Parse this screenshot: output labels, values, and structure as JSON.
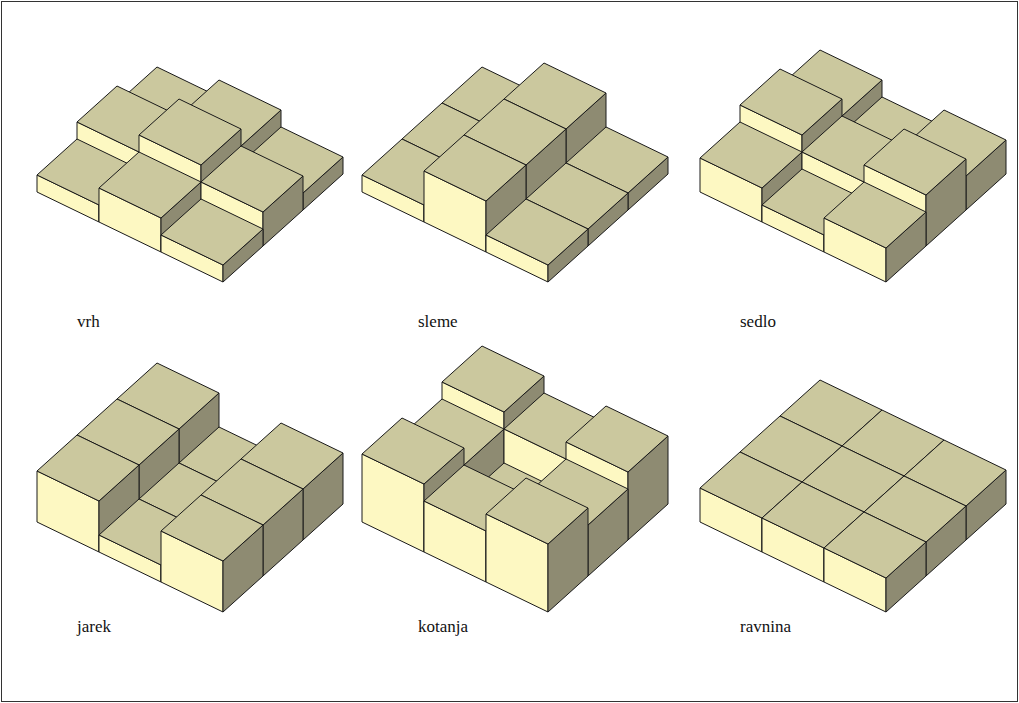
{
  "diagram": {
    "labels": [
      "vrh",
      "sleme",
      "sedlo",
      "jarek",
      "kotanja",
      "ravnina"
    ]
  }
}
